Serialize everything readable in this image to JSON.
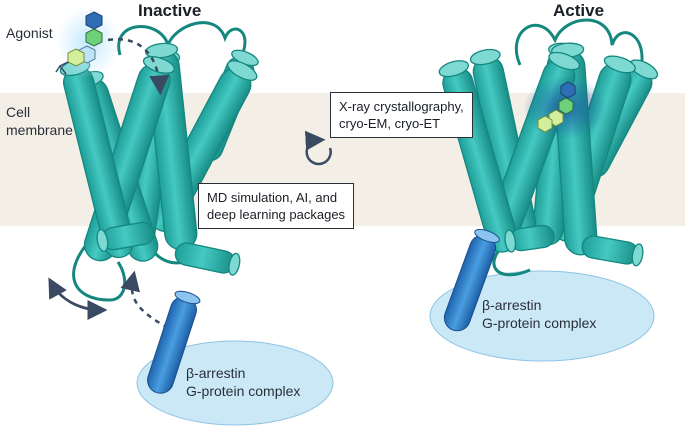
{
  "titles": {
    "inactive": "Inactive",
    "active": "Active"
  },
  "labels": {
    "agonist": "Agonist",
    "membrane": "Cell\nmembrane",
    "complex_left": "β-arrestin\nG-protein complex",
    "complex_right": "β-arrestin\nG-protein complex"
  },
  "boxes": {
    "structural": "X-ray crystallography,\ncryo-EM, cryo-ET",
    "computational": "MD simulation, AI, and\ndeep learning packages"
  },
  "colors": {
    "helix": "#2bb8b2",
    "helix_dark": "#14877f",
    "membrane": "#f3efe7",
    "complex": "#cbe8f7",
    "effector": "#2f7fcb",
    "arrow": "#3b4a63"
  },
  "icons": {
    "cycle": "cycle-arrow-icon",
    "rotate": "curved-double-arrow-icon"
  }
}
